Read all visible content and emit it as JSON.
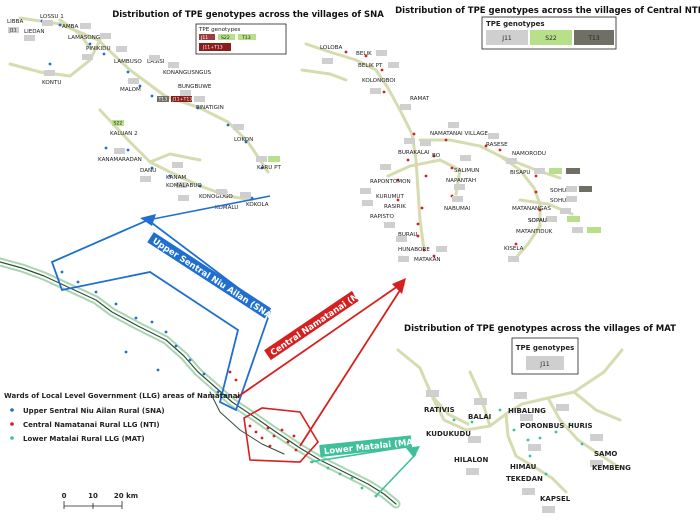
{
  "titles": {
    "sna": "Distribution of TPE genotypes across the villages of SNA",
    "nti": "Distribution of TPE genotypes across the villages of Central NTI",
    "mat": "Distribution of TPE genotypes across the villages of MAT"
  },
  "genotype_legends": {
    "sna": {
      "title": "TPE genotypes",
      "items": [
        "J11",
        "S22",
        "T13",
        "J11+T13"
      ]
    },
    "nti": {
      "title": "TPE genotypes",
      "items": [
        "J11",
        "S22",
        "T13"
      ]
    },
    "mat": {
      "title": "TPE genotypes",
      "items": [
        "J11"
      ]
    }
  },
  "genotype_colors": {
    "J11": "#cfcfcf",
    "S22": "#b8e08a",
    "T13": "#6f6f66",
    "J11+T13": "#8b1c1c"
  },
  "zone_colors": {
    "SNA": "#1f6fd1",
    "NTI": "#d62020",
    "MAT": "#3fbf9a"
  },
  "zone_labels": {
    "sna": "Upper Sentral Niu Ailan (SNA)",
    "nti": "Central Namatanai (NTI)",
    "mat": "Lower Matalai (MAT)"
  },
  "llg_legend": {
    "title": "Wards of Local Level Government (LLG) areas of Namatanai",
    "items": [
      {
        "label": "Upper Sentral Niu Ailan Rural (SNA)",
        "color": "#1f6fd1"
      },
      {
        "label": "Central Namatanai Rural LLG (NTI)",
        "color": "#d62020"
      },
      {
        "label": "Lower Matalai Rural LLG (MAT)",
        "color": "#3fbf9a"
      }
    ]
  },
  "scale_bar": {
    "labels": [
      "0",
      "10",
      "20 km"
    ]
  },
  "sna_villages": [
    {
      "name": "LIBBA",
      "genotype": "J11"
    },
    {
      "name": "LOSSU 1",
      "genotype": "J11"
    },
    {
      "name": "LIEDAN",
      "genotype": "J11"
    },
    {
      "name": "AMBA",
      "genotype": "J11"
    },
    {
      "name": "LAMASONG",
      "genotype": "J11"
    },
    {
      "name": "PINIKIDU",
      "genotype": "J11"
    },
    {
      "name": "LAMBUSO",
      "genotype": "J11"
    },
    {
      "name": "LASISI",
      "genotype": "J11"
    },
    {
      "name": "KONANGUSNGUS",
      "genotype": "J11"
    },
    {
      "name": "KONTU",
      "genotype": "J11"
    },
    {
      "name": "MALOM",
      "genotype": "J11"
    },
    {
      "name": "BUNGBUWE",
      "genotype": "J11"
    },
    {
      "name": "PINATIGIN",
      "genotype": "J11+T13"
    },
    {
      "name": "KALUAN 2",
      "genotype": "S22"
    },
    {
      "name": "LOKON",
      "genotype": "J11"
    },
    {
      "name": "KANAMARADAN",
      "genotype": "J11"
    },
    {
      "name": "DANU",
      "genotype": "J11"
    },
    {
      "name": "KANAM",
      "genotype": "J11"
    },
    {
      "name": "KARU PT",
      "genotype": "J11, S22"
    },
    {
      "name": "KOMALABUO",
      "genotype": "J11"
    },
    {
      "name": "KONOGOGO",
      "genotype": "J11"
    },
    {
      "name": "KOMALU",
      "genotype": "J11"
    },
    {
      "name": "KOKOLA",
      "genotype": "J11"
    }
  ],
  "nti_villages": [
    {
      "name": "LOLOBA",
      "genotype": "J11"
    },
    {
      "name": "BELIK",
      "genotype": "J11"
    },
    {
      "name": "BELIK PT",
      "genotype": "J11"
    },
    {
      "name": "KOLONOBOI",
      "genotype": "J11"
    },
    {
      "name": "RAMAT",
      "genotype": "J11"
    },
    {
      "name": "NAMATANAI VILLAGE",
      "genotype": "J11"
    },
    {
      "name": "RASESE",
      "genotype": "J11"
    },
    {
      "name": "NAMORODU",
      "genotype": "J11"
    },
    {
      "name": "BURAKALAI",
      "genotype": "J11"
    },
    {
      "name": "BO",
      "genotype": "J11"
    },
    {
      "name": "SALIMUN",
      "genotype": "J11"
    },
    {
      "name": "NAPANTAH",
      "genotype": "J11"
    },
    {
      "name": "BISAPU",
      "genotype": "J11, S22, T13"
    },
    {
      "name": "RAPONTOMON",
      "genotype": "J11"
    },
    {
      "name": "SOHUN 1",
      "genotype": "J11, T13"
    },
    {
      "name": "SOHUN 2",
      "genotype": "J11"
    },
    {
      "name": "KURUMUT",
      "genotype": "J11"
    },
    {
      "name": "NABUMAI",
      "genotype": "J11"
    },
    {
      "name": "RASIRIK",
      "genotype": "J11"
    },
    {
      "name": "MATANANGAS",
      "genotype": "J11"
    },
    {
      "name": "RAPISTO",
      "genotype": "J11"
    },
    {
      "name": "SOPAU",
      "genotype": "J11, S22"
    },
    {
      "name": "MATANTIDUK",
      "genotype": "J11, S22"
    },
    {
      "name": "BURAU",
      "genotype": "J11"
    },
    {
      "name": "HUNABORE",
      "genotype": "J11"
    },
    {
      "name": "MATAKAN",
      "genotype": "J11"
    },
    {
      "name": "KISELA",
      "genotype": "J11"
    }
  ],
  "mat_villages": [
    {
      "name": "RATIVIS",
      "genotype": "J11"
    },
    {
      "name": "BALAI",
      "genotype": "J11"
    },
    {
      "name": "HIBALING",
      "genotype": "J11"
    },
    {
      "name": "PORONBUS",
      "genotype": "J11"
    },
    {
      "name": "HURIS",
      "genotype": "J11"
    },
    {
      "name": "KUDUKUDU",
      "genotype": "J11"
    },
    {
      "name": "HILALON",
      "genotype": "J11"
    },
    {
      "name": "HIMAU",
      "genotype": "J11"
    },
    {
      "name": "SAMO",
      "genotype": "J11"
    },
    {
      "name": "KEMBENG",
      "genotype": "J11"
    },
    {
      "name": "TEKEDAN",
      "genotype": "J11"
    },
    {
      "name": "KAPSEL",
      "genotype": "J11"
    }
  ]
}
